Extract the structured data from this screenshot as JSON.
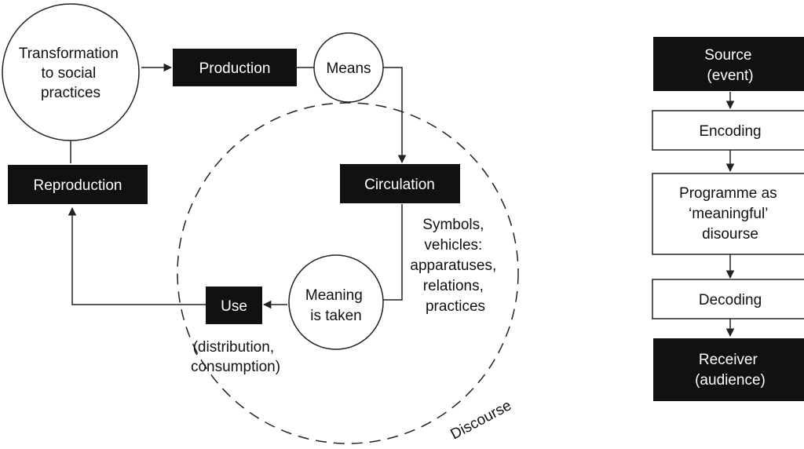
{
  "left_diagram": {
    "transformation": [
      "Transformation",
      "to social",
      "practices"
    ],
    "production": "Production",
    "means": "Means",
    "circulation": "Circulation",
    "reproduction": "Reproduction",
    "use": "Use",
    "meaning": [
      "Meaning",
      "is taken"
    ],
    "symbols": [
      "Symbols,",
      "vehicles:",
      "apparatuses,",
      "relations,",
      "practices"
    ],
    "distribution": [
      "(distribution,",
      "consumption)"
    ],
    "discourse": "Discourse"
  },
  "right_diagram": {
    "source": [
      "Source",
      "(event)"
    ],
    "encoding": "Encoding",
    "programme": [
      "Programme as",
      "‘meaningful’",
      "disourse"
    ],
    "decoding": "Decoding",
    "receiver": [
      "Receiver",
      "(audience)"
    ]
  },
  "colors": {
    "dark_box": "#111111",
    "line": "#222222",
    "background": "#ffffff"
  }
}
